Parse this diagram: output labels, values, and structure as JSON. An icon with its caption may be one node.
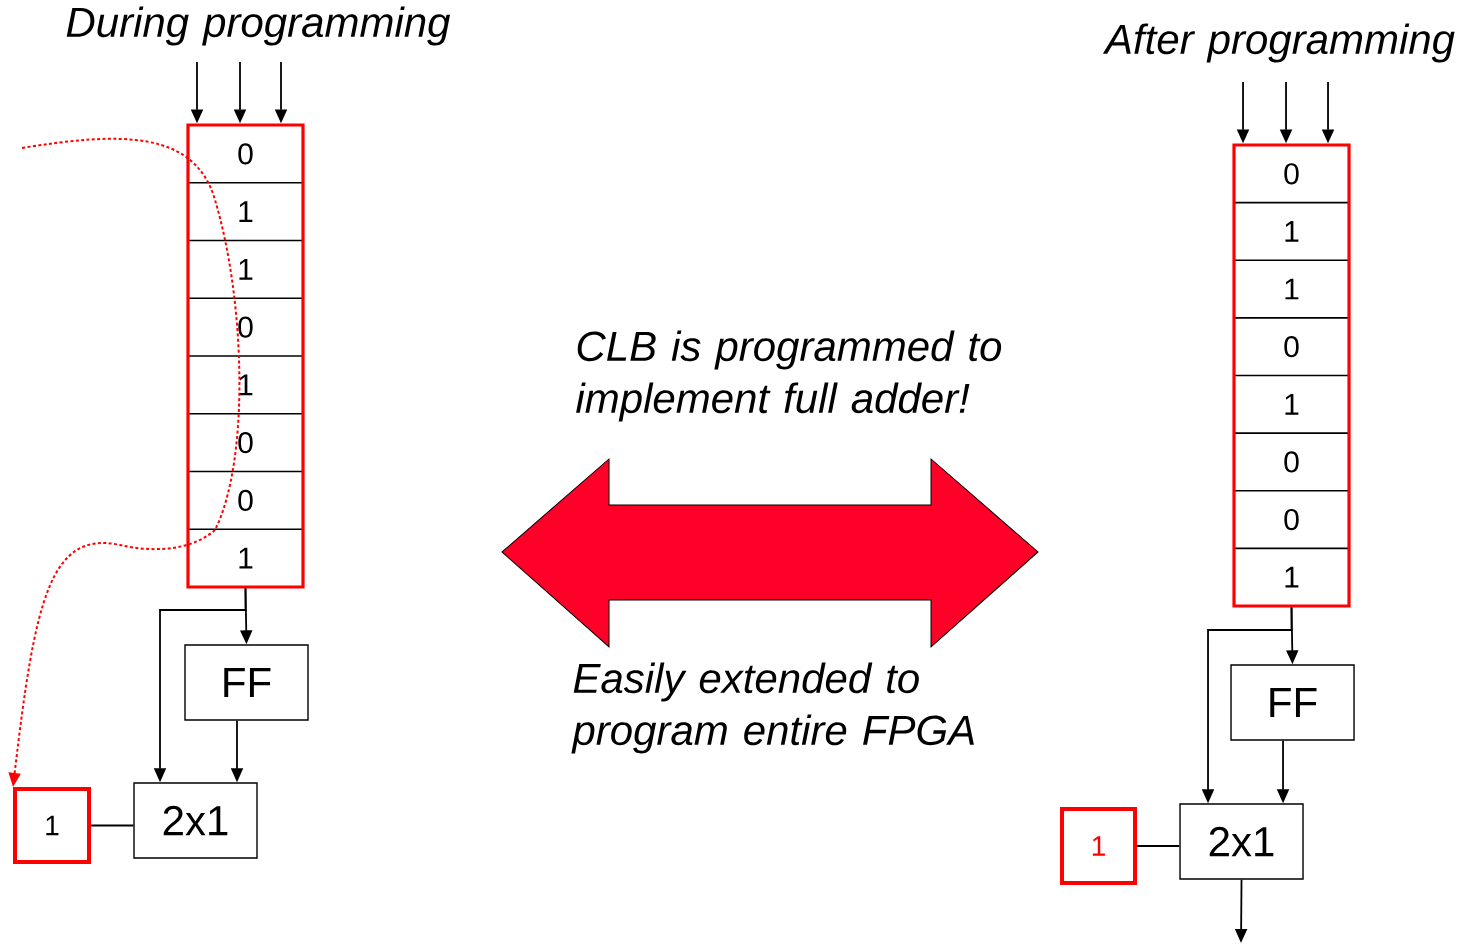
{
  "diagram": {
    "nodes": [
      {
        "text": [],
        "shape": "box"
      },
      {
        "text": [
          "0"
        ],
        "in": 0
      },
      {
        "text": [
          "1"
        ],
        "in": 0
      },
      {
        "text": [
          "1"
        ],
        "in": 0
      },
      {
        "text": [
          "0"
        ],
        "in": 0
      },
      {
        "text": [
          "1"
        ],
        "in": 0
      },
      {
        "text": [
          "0"
        ],
        "in": 0
      },
      {
        "text": [
          "0"
        ],
        "in": 0
      },
      {
        "text": [
          "1"
        ],
        "in": 0
      },
      {
        "text": [
          "FF"
        ]
      },
      {
        "text": [
          "2x1"
        ]
      },
      {
        "text": [
          "1"
        ]
      },
      {
        "text": [],
        "shape": "box"
      },
      {
        "text": [
          "0"
        ],
        "in": 12
      },
      {
        "text": [
          "1"
        ],
        "in": 12
      },
      {
        "text": [
          "1"
        ],
        "in": 12
      },
      {
        "text": [
          "0"
        ],
        "in": 12
      },
      {
        "text": [
          "1"
        ],
        "in": 12
      },
      {
        "text": [
          "0"
        ],
        "in": 12
      },
      {
        "text": [
          "0"
        ],
        "in": 12
      },
      {
        "text": [
          "1"
        ],
        "in": 12
      },
      {
        "text": [
          "FF"
        ]
      },
      {
        "text": [
          "2x1"
        ]
      },
      {
        "text": [
          "1"
        ]
      }
    ],
    "edges": [
      {
        "from": null,
        "to": 0,
        "arrow": "to"
      },
      {
        "from": null,
        "to": 0,
        "arrow": "to"
      },
      {
        "from": null,
        "to": 0,
        "arrow": "to"
      },
      {
        "from": 0,
        "to": 9,
        "arrow": "to"
      },
      {
        "from": 0,
        "to": 10,
        "arrow": "to"
      },
      {
        "from": 9,
        "to": 10,
        "arrow": "to"
      },
      {
        "from": 11,
        "to": 10,
        "arrow": "none"
      },
      {
        "from": null,
        "to": 11,
        "arrow": "to",
        "style": "dashed",
        "color": "#ff0000"
      },
      {
        "from": null,
        "to": 12,
        "arrow": "to"
      },
      {
        "from": null,
        "to": 12,
        "arrow": "to"
      },
      {
        "from": null,
        "to": 12,
        "arrow": "to"
      },
      {
        "from": 12,
        "to": 21,
        "arrow": "to"
      },
      {
        "from": 12,
        "to": 22,
        "arrow": "to"
      },
      {
        "from": 21,
        "to": 22,
        "arrow": "to"
      },
      {
        "from": 23,
        "to": 22,
        "arrow": "none"
      },
      {
        "from": 22,
        "to": null,
        "arrow": "to"
      }
    ],
    "labels": [
      "During programming",
      "After programming",
      "CLB is programmed to implement full adder!",
      "Easily extended to program entire FPGA"
    ]
  }
}
